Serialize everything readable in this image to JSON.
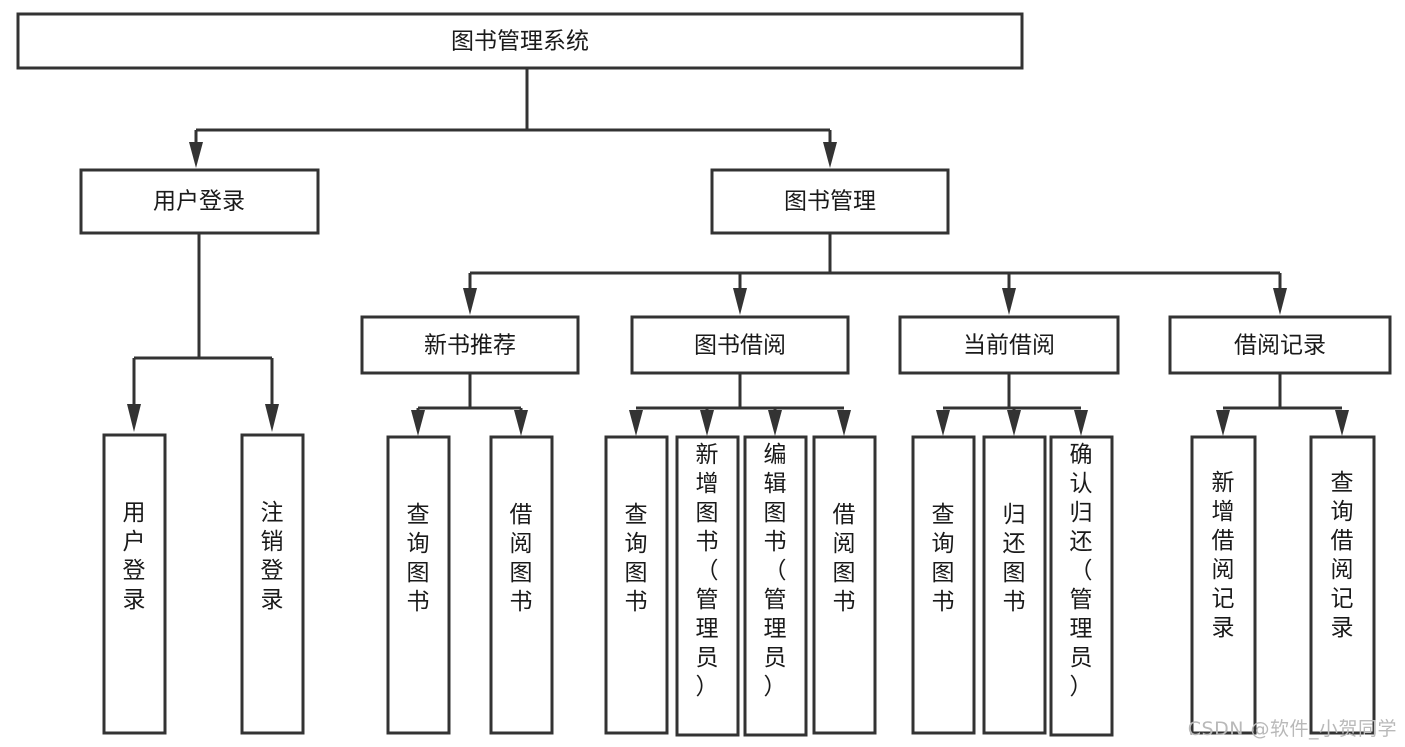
{
  "diagram": {
    "title": "图书管理系统",
    "type": "tree",
    "orientation": "top-down",
    "colors": {
      "background": "#ffffff",
      "box_stroke": "#333333",
      "box_fill": "#ffffff",
      "text": "#1a1a1a",
      "watermark": "#b9b9b9"
    },
    "watermark": "CSDN @软件_小贺同学",
    "nodes": {
      "root": {
        "label": "图书管理系统",
        "level": 0,
        "text_orientation": "horizontal"
      },
      "l1": [
        {
          "id": "user-login",
          "label": "用户登录",
          "text_orientation": "horizontal"
        },
        {
          "id": "book-manage",
          "label": "图书管理",
          "text_orientation": "horizontal"
        }
      ],
      "l2": [
        {
          "id": "new-book-recommend",
          "label": "新书推荐",
          "parent": "book-manage",
          "text_orientation": "horizontal"
        },
        {
          "id": "book-borrow",
          "label": "图书借阅",
          "parent": "book-manage",
          "text_orientation": "horizontal"
        },
        {
          "id": "current-borrow",
          "label": "当前借阅",
          "parent": "book-manage",
          "text_orientation": "horizontal"
        },
        {
          "id": "borrow-record",
          "label": "借阅记录",
          "parent": "book-manage",
          "text_orientation": "horizontal"
        }
      ],
      "leaves": [
        {
          "id": "leaf-user-login",
          "label": "用户登录",
          "parent": "user-login",
          "text_orientation": "vertical"
        },
        {
          "id": "leaf-logout-login",
          "label": "注销登录",
          "parent": "user-login",
          "text_orientation": "vertical"
        },
        {
          "id": "leaf-query-book-1",
          "label": "查询图书",
          "parent": "new-book-recommend",
          "text_orientation": "vertical"
        },
        {
          "id": "leaf-borrow-book-1",
          "label": "借阅图书",
          "parent": "new-book-recommend",
          "text_orientation": "vertical"
        },
        {
          "id": "leaf-query-book-2",
          "label": "查询图书",
          "parent": "book-borrow",
          "text_orientation": "vertical"
        },
        {
          "id": "leaf-add-book",
          "label": "新增图书（管理员）",
          "parent": "book-borrow",
          "text_orientation": "vertical"
        },
        {
          "id": "leaf-edit-book",
          "label": "编辑图书（管理员）",
          "parent": "book-borrow",
          "text_orientation": "vertical"
        },
        {
          "id": "leaf-borrow-book-2",
          "label": "借阅图书",
          "parent": "book-borrow",
          "text_orientation": "vertical"
        },
        {
          "id": "leaf-query-book-3",
          "label": "查询图书",
          "parent": "current-borrow",
          "text_orientation": "vertical"
        },
        {
          "id": "leaf-return-book",
          "label": "归还图书",
          "parent": "current-borrow",
          "text_orientation": "vertical"
        },
        {
          "id": "leaf-confirm-return",
          "label": "确认归还（管理员）",
          "parent": "current-borrow",
          "text_orientation": "vertical"
        },
        {
          "id": "leaf-add-record",
          "label": "新增借阅记录",
          "parent": "borrow-record",
          "text_orientation": "vertical"
        },
        {
          "id": "leaf-query-record",
          "label": "查询借阅记录",
          "parent": "borrow-record",
          "text_orientation": "vertical"
        }
      ]
    }
  }
}
